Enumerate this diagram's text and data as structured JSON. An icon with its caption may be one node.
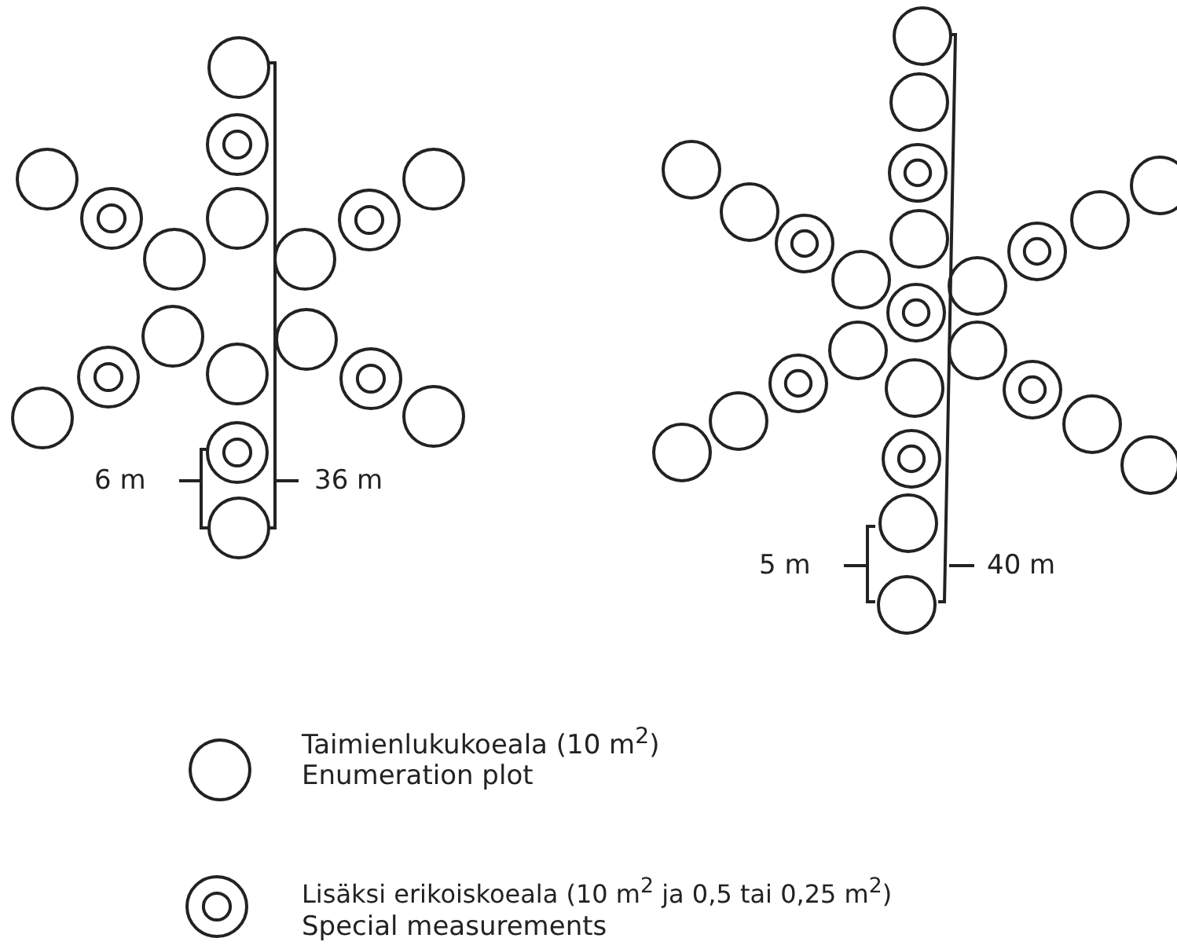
{
  "diagram": {
    "labels": [
      "6 m",
      "36 m",
      "5 m",
      "40 m",
      "Enumeration plot",
      "Special measurements"
    ],
    "legend": [
      {
        "text": "Taimienlukukoeala (10 m$^{2}$)"
      },
      {
        "text": "Lisäksi erikoiskoeala (10 m$^{2}$ ja 0,5 tai 0,25 m$^{2}$)"
      }
    ]
  }
}
